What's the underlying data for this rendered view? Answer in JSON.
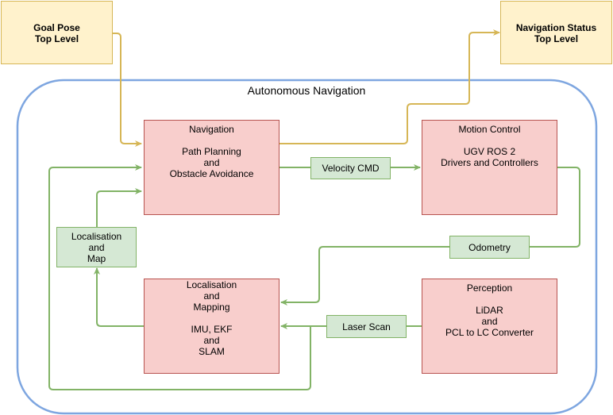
{
  "container": {
    "title": "Autonomous Navigation"
  },
  "goal_pose": {
    "line1": "Goal Pose",
    "line2": "Top Level"
  },
  "nav_status": {
    "line1": "Navigation Status",
    "line2": "Top Level"
  },
  "navigation": {
    "title": "Navigation",
    "line1": "Path Planning",
    "line2": "and",
    "line3": "Obstacle Avoidance"
  },
  "motion_control": {
    "title": "Motion Control",
    "line1": "UGV ROS 2",
    "line2": "Drivers and Controllers"
  },
  "localisation_mapping": {
    "line1": "Localisation",
    "line2": "and",
    "line3": "Mapping",
    "line4": "IMU, EKF",
    "line5": "and",
    "line6": "SLAM"
  },
  "perception": {
    "title": "Perception",
    "line1": "LiDAR",
    "line2": "and",
    "line3": "PCL to LC Converter"
  },
  "labels": {
    "velocity_cmd": "Velocity CMD",
    "odometry": "Odometry",
    "laser_scan": "Laser Scan",
    "loc_map": {
      "line1": "Localisation",
      "line2": "and",
      "line3": "Map"
    }
  },
  "colors": {
    "yellow_fill": "#fff2cc",
    "yellow_stroke": "#d6b656",
    "red_fill": "#f8cecc",
    "red_stroke": "#b85450",
    "green_fill": "#d5e8d4",
    "green_stroke": "#82b366",
    "container_stroke": "#7ea6e0"
  }
}
